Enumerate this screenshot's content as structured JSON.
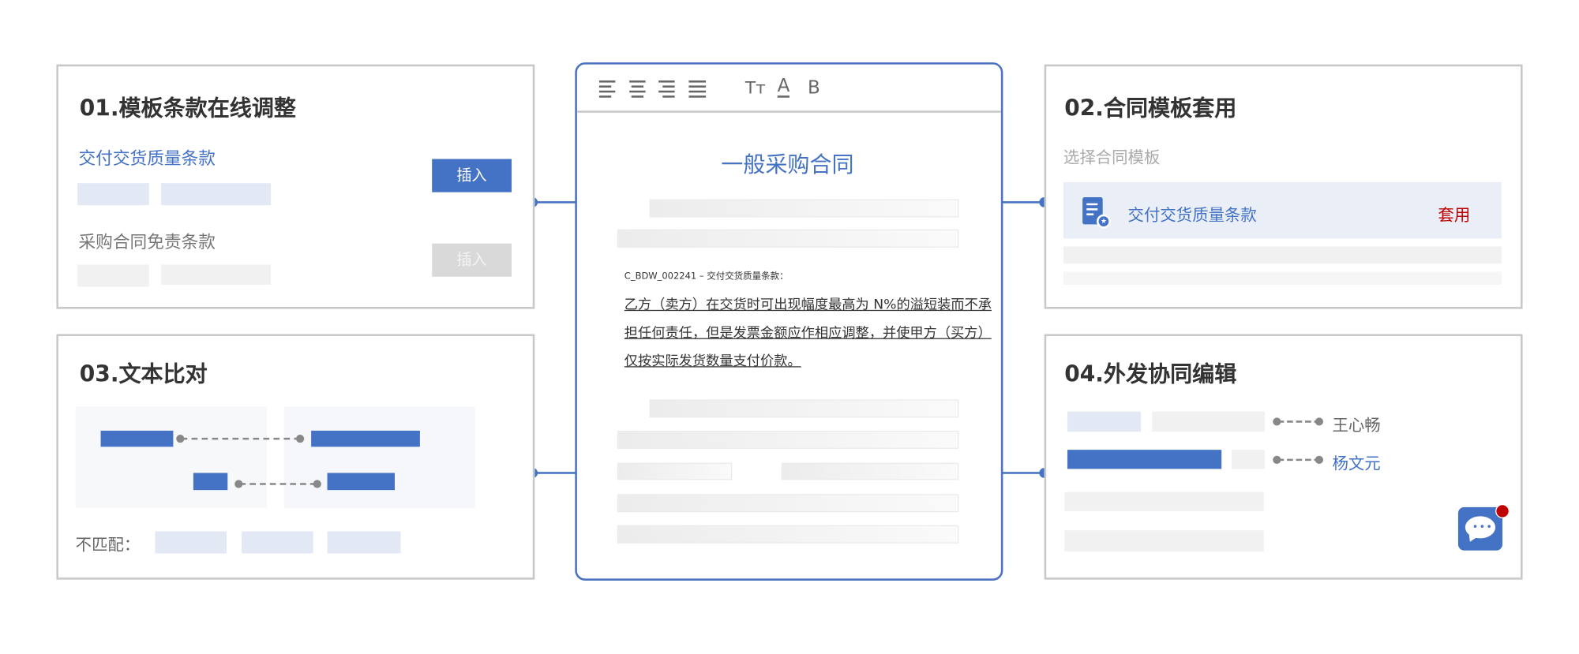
{
  "panel1": {
    "title": "01.模板条款在线调整",
    "clause1": "交付交货质量条款",
    "clause2": "采购合同免责条款",
    "insert_active": "插入",
    "insert_disabled": "插入"
  },
  "panel2": {
    "title": "02.合同模板套用",
    "subtitle": "选择合同模板",
    "template_name": "交付交货质量条款",
    "apply": "套用"
  },
  "panel3": {
    "title": "03.文本比对",
    "mismatch_label": "不匹配："
  },
  "panel4": {
    "title": "04.外发协同编辑",
    "user1": "王心畅",
    "user2": "杨文元"
  },
  "document": {
    "toolbar": {
      "font_size": "Tт",
      "font_color": "A",
      "bold": "B"
    },
    "title": "一般采购合同",
    "clause_code": "C_BDW_002241 – 交付交货质量条款：",
    "clause_lines": [
      "乙方（卖方）在交货时可出现幅度最高为 N%的溢短装而不承",
      "担任何责任，但是发票金额应作相应调整，并使甲方（买方）",
      "仅按实际发货数量支付价款。"
    ]
  },
  "colors": {
    "accent": "#4472c4",
    "apply": "#c00000",
    "badge": "#c00000"
  }
}
